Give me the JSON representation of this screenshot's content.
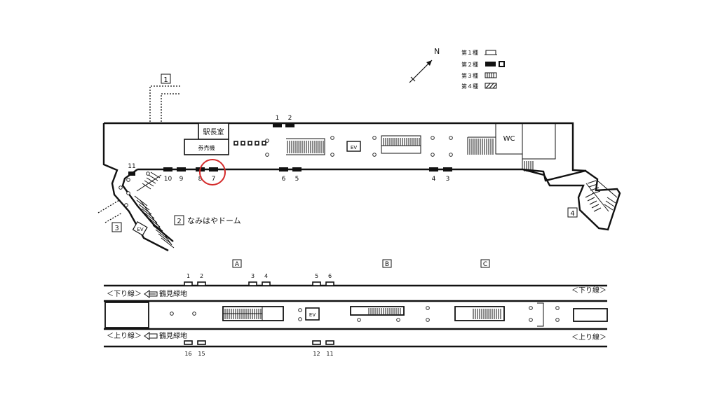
{
  "legend": {
    "items": [
      {
        "label": "第１種"
      },
      {
        "label": "第２種"
      },
      {
        "label": "第３種"
      },
      {
        "label": "第４種"
      }
    ]
  },
  "compass": {
    "label": "N"
  },
  "concourse": {
    "exits": [
      {
        "number": "1"
      },
      {
        "number": "2"
      },
      {
        "number": "3"
      },
      {
        "number": "4"
      }
    ],
    "rooms": {
      "station_master": "駅長室",
      "ticket_machine": "券売機",
      "wc": "WC",
      "ev": "EV",
      "ev2": "EV"
    },
    "exit2_caption": "なみはやドーム",
    "top_board_labels": [
      "1",
      "2"
    ],
    "bottom_board_labels": [
      "10",
      "9",
      "8",
      "7",
      "6",
      "5",
      "4",
      "3"
    ],
    "left_board_label": "11",
    "highlight": {
      "board": "7"
    }
  },
  "platform": {
    "cars": [
      {
        "letter": "A"
      },
      {
        "letter": "B"
      },
      {
        "letter": "C"
      }
    ],
    "top_board_labels": [
      "1",
      "2",
      "3",
      "4",
      "5",
      "6"
    ],
    "bottom_board_labels": [
      "16",
      "15",
      "12",
      "11"
    ],
    "ev": "EV",
    "directions": {
      "down_left": "＜下り線＞",
      "down_left_dest": "鶴見緑地",
      "down_right": "＜下り線＞",
      "up_left": "＜上り線＞",
      "up_left_dest": "鶴見緑地",
      "up_right": "＜上り線＞"
    }
  }
}
